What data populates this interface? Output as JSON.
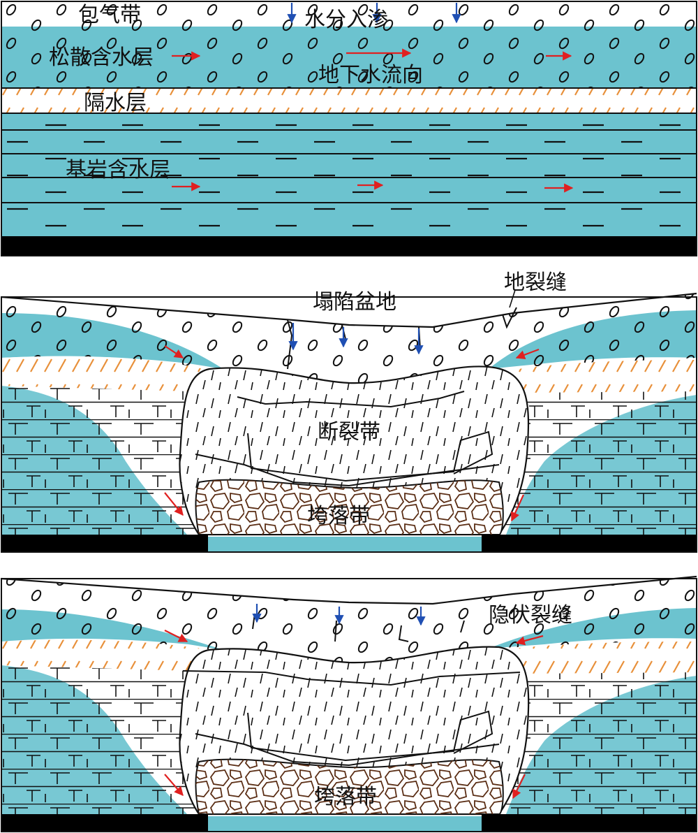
{
  "colors": {
    "aquifer": "#6cc3cf",
    "aquiclude_hatch": "#e8903a",
    "seepage_arrow": "#1f4fb3",
    "flow_arrow": "#e02020",
    "coal_seam": "#000000",
    "outline": "#111111",
    "caving_stroke": "#5a2d14"
  },
  "panel1": {
    "aeration_zone": "包气带",
    "infiltration": "水分入渗",
    "loose_aquifer": "松散含水层",
    "flow_direction": "地下水流向",
    "aquiclude": "隔水层",
    "bedrock_aquifer": "基岩含水层"
  },
  "panel2": {
    "subsidence_basin": "塌陷盆地",
    "ground_fissure": "地裂缝",
    "fractured_zone": "断裂带",
    "caving_zone": "垮落带"
  },
  "panel3": {
    "hidden_fissure": "隐伏裂缝",
    "caving_zone": "垮落带"
  }
}
